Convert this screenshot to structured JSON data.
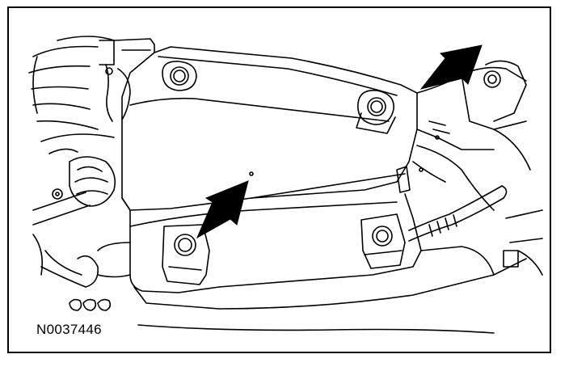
{
  "figure": {
    "id_label": "N0037446"
  },
  "colors": {
    "line": "#000000",
    "background": "#ffffff"
  },
  "callouts": {
    "arrows": [
      "arrow-upper-right",
      "arrow-lower-left"
    ]
  }
}
